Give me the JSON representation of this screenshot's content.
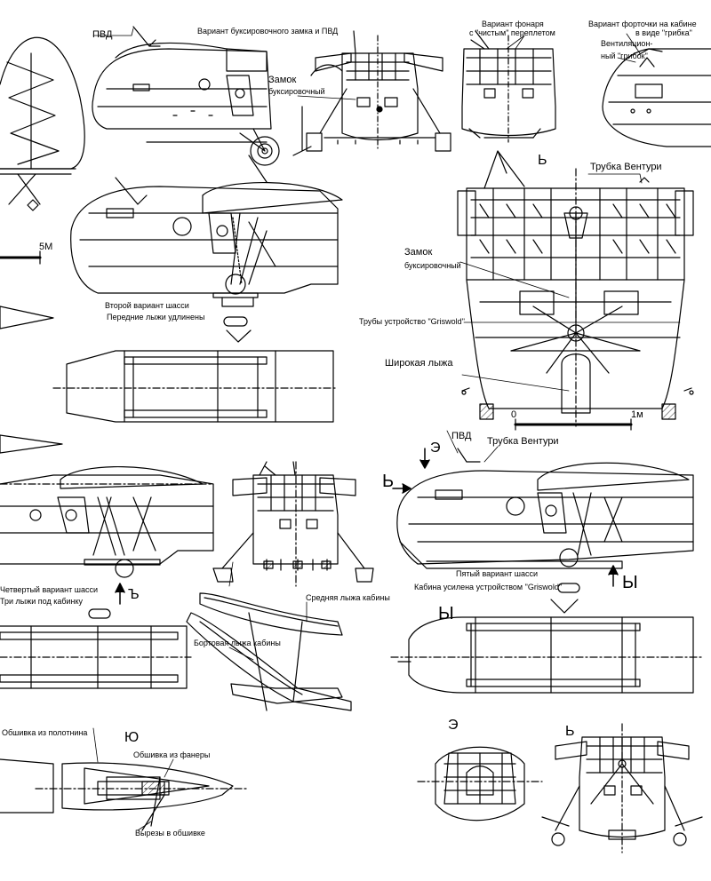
{
  "labels": {
    "pvd_top": "ПВД",
    "tow_lock_variant": "Вариант буксировочного замка и ПВД",
    "zamok": "Замок",
    "buksirovochny": "буксировочный",
    "canopy_variant_1": "Вариант фонаря",
    "canopy_variant_2": "с \"чистым\" переплетом",
    "vent_variant_1": "Вариант форточки на кабине",
    "vent_variant_2": "в виде \"грибка\"",
    "vent_mushroom_1": "Вентиляцион-",
    "vent_mushroom_2": "ный \"грибок\"",
    "scale_5m": "5М",
    "view_b_top": "Ь",
    "venturi_tube": "Трубка Вентури",
    "zamok_2": "Замок",
    "buksirovochny_2": "буксировочный",
    "griswold_tubes": "Трубы устройство \"Griswold\"",
    "wide_ski": "Широкая лыжа",
    "scale_zero": "0",
    "scale_1m": "1м",
    "second_variant_1": "Второй вариант шасси",
    "second_variant_2": "Передние лыжи удлинены",
    "view_e_arrow": "Э",
    "pvd_mid": "ПВД",
    "venturi_tube_2": "Трубка Вентури",
    "view_b_arrow": "Ь",
    "fourth_variant_1": "Четвертый вариант шасси",
    "fourth_variant_2": "Три лыжи под кабинку",
    "arrow_b_small": "Ъ",
    "middle_ski": "Средняя лыжа кабины",
    "side_ski": "Бортовая лыжа кабины",
    "fifth_variant_1": "Пятый вариант шасси",
    "fifth_variant_2": "Кабина усилена устройством \"Griswold\"",
    "arrow_y": "Ы",
    "view_y": "Ы",
    "canvas_covering": "Обшивка из полотнина",
    "view_yu": "Ю",
    "plywood_covering": "Обшивка из фанеры",
    "cutouts": "Вырезы в обшивке",
    "view_e_bottom": "Э",
    "view_b_bottom": "Ь"
  }
}
